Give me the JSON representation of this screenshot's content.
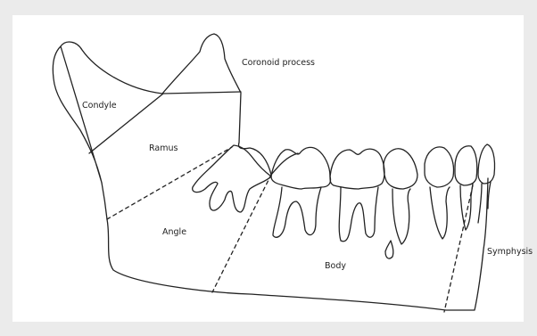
{
  "figure": {
    "labels": {
      "coronoid_process": "Coronoid process",
      "condyle": "Condyle",
      "ramus": "Ramus",
      "angle": "Angle",
      "body": "Body",
      "symphysis": "Symphysis"
    },
    "colors": {
      "background": "#ebebeb",
      "panel": "#ffffff",
      "line": "#222222"
    }
  }
}
